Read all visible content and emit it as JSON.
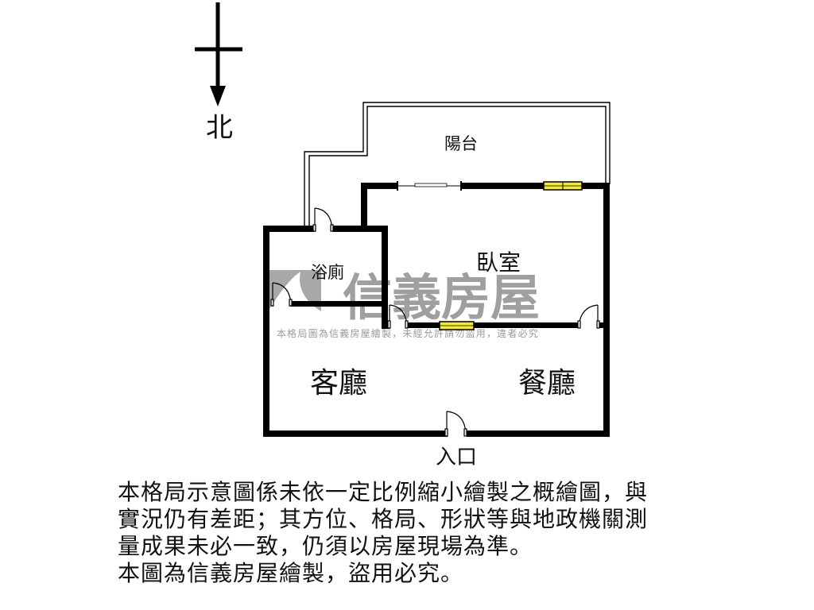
{
  "compass": {
    "direction_label": "北",
    "icon": "north-arrow-icon"
  },
  "rooms": {
    "balcony": "陽台",
    "bedroom": "臥室",
    "bathroom": "浴廁",
    "living_room": "客廳",
    "dining_room": "餐廳"
  },
  "entrance_label": "入口",
  "watermark": {
    "brand": "信義房屋",
    "notice": "本格局圖為信義房屋繪製，未經允許請勿盜用，違者必究"
  },
  "disclaimer": {
    "lines": [
      "本格局示意圖係未依一定比例縮小繪製之概繪圖，與",
      "實況仍有差距；其方位、格局、形狀等與地政機關測",
      "量成果未必一致，仍須以房屋現場為準。",
      "本圖為信義房屋繪製，盜用必究。"
    ]
  },
  "colors": {
    "wall": "#000000",
    "window_fill": "#f2ea3a",
    "watermark_gray": "#8f8f8f",
    "background": "#ffffff"
  }
}
